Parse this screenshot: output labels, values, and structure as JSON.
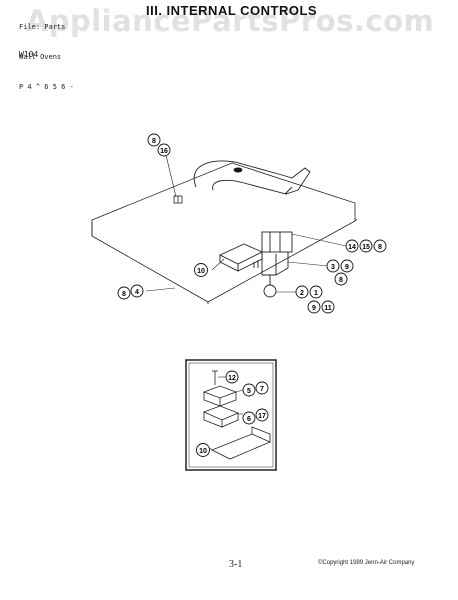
{
  "header": {
    "file_lines": [
      "File: Parts",
      "Wall Ovens",
      "P 4 ^ 6 5 6 -"
    ],
    "title": "III. INTERNAL CONTROLS",
    "model": "W104"
  },
  "watermark": "AppliancePartsPros.com",
  "footer": {
    "page": "3-1",
    "copyright": "©Copyright 1989 Jenn-Air Company"
  },
  "callouts": {
    "c8_top": "8",
    "c16_top": "16",
    "c14": "14",
    "c15": "15",
    "c8_right": "8",
    "c3": "3",
    "c9": "9",
    "c8_mid": "8",
    "c10_main": "10",
    "c8_left": "8",
    "c4": "4",
    "c2": "2",
    "c1": "1",
    "c9b": "9",
    "c11": "11",
    "c12": "12",
    "c5": "5",
    "c7": "7",
    "c6": "6",
    "c17": "17",
    "c10_inset": "10"
  }
}
